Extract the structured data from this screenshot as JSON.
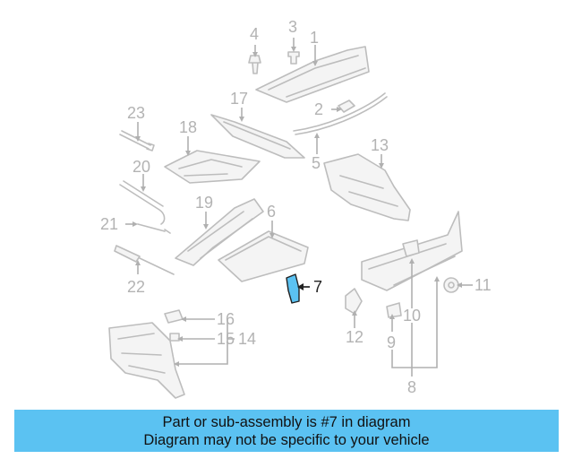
{
  "callouts": {
    "n1": "1",
    "n2": "2",
    "n3": "3",
    "n4": "4",
    "n5": "5",
    "n6": "6",
    "n7": "7",
    "n8": "8",
    "n9": "9",
    "n10": "10",
    "n11": "11",
    "n12": "12",
    "n13": "13",
    "n14": "14",
    "n15": "15",
    "n16": "16",
    "n17": "17",
    "n18": "18",
    "n19": "19",
    "n20": "20",
    "n21": "21",
    "n22": "22",
    "n23": "23"
  },
  "highlighted_part": "7",
  "colors": {
    "highlight": "#5bc2f2",
    "line_art": "#bdbdbd",
    "callout_text": "#b3b3b3"
  },
  "info_bar": {
    "line1": "Part or sub-assembly is #7 in diagram",
    "line2": "Diagram may not be specific to your vehicle"
  }
}
